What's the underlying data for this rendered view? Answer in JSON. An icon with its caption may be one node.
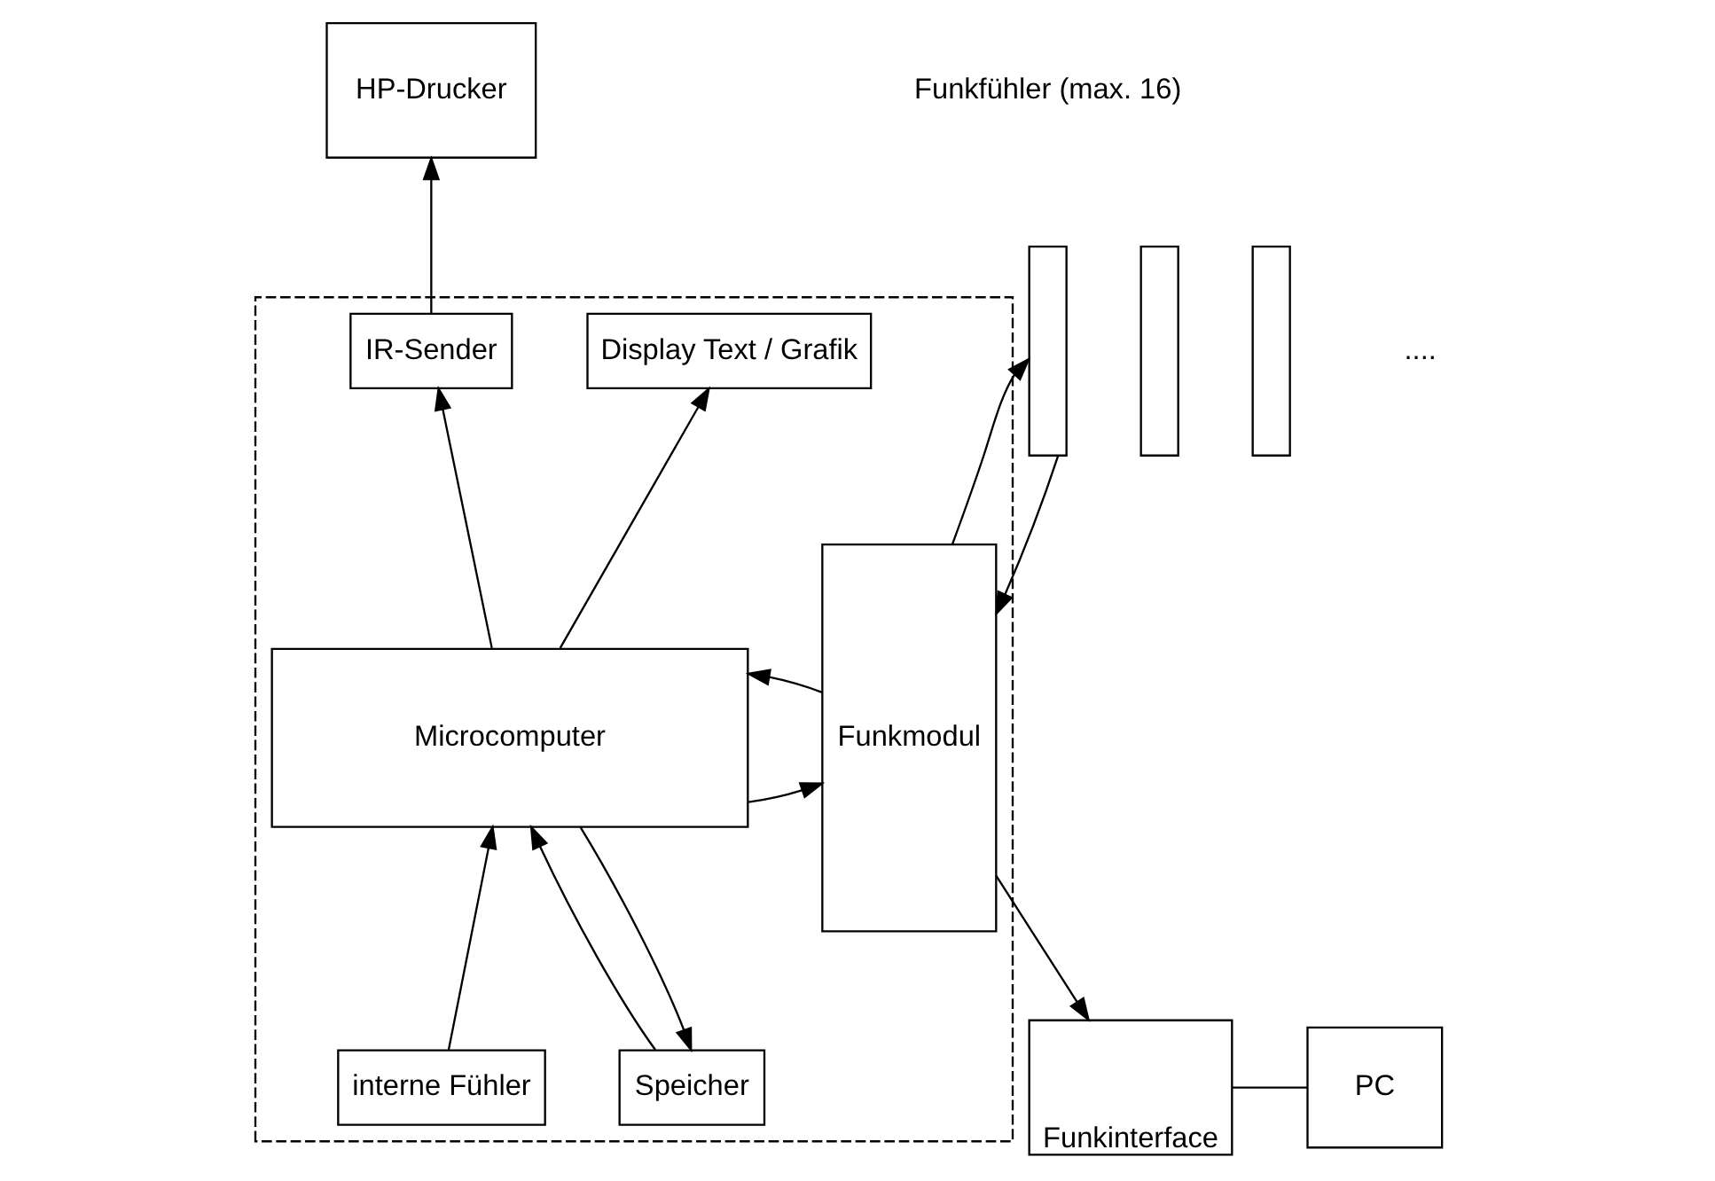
{
  "diagram": {
    "nodes": [
      {
        "text": [
          "HP-Drucker"
        ]
      },
      {
        "text": [],
        "shape": "box"
      },
      {
        "text": [
          "IR-Sender"
        ],
        "in": 1
      },
      {
        "text": [
          "Display Text / Grafik"
        ],
        "in": 1
      },
      {
        "text": [
          "Funkmodul"
        ],
        "in": 1
      },
      {
        "text": [
          "Microcomputer"
        ],
        "in": 1
      },
      {
        "text": [
          "Speicher"
        ],
        "in": 1
      },
      {
        "text": [
          "interne Fühler"
        ],
        "in": 1
      },
      {
        "text": [],
        "shape": "bar"
      },
      {
        "text": [],
        "shape": "bar"
      },
      {
        "text": [],
        "shape": "bar"
      },
      {
        "text": [
          "Funkinterface"
        ]
      },
      {
        "text": [
          "PC"
        ]
      }
    ],
    "edges": [
      {
        "from": 2,
        "to": 0,
        "arrow": "to"
      },
      {
        "from": 5,
        "to": 2,
        "arrow": "to"
      },
      {
        "from": 5,
        "to": 3,
        "arrow": "to"
      },
      {
        "from": 6,
        "to": 5,
        "arrow": "to"
      },
      {
        "from": 5,
        "to": 6,
        "arrow": "to"
      },
      {
        "from": 7,
        "to": 5,
        "arrow": "to"
      },
      {
        "from": 4,
        "to": 5,
        "arrow": "to"
      },
      {
        "from": 5,
        "to": 4,
        "arrow": "to"
      },
      {
        "from": 8,
        "to": 4,
        "arrow": "to"
      },
      {
        "from": 4,
        "to": 8,
        "arrow": "to"
      },
      {
        "from": 4,
        "to": 11,
        "arrow": "to"
      },
      {
        "from": 11,
        "to": 12,
        "arrow": "none"
      }
    ],
    "labels": [
      "Funkfühler (max. 16)",
      "...."
    ]
  }
}
